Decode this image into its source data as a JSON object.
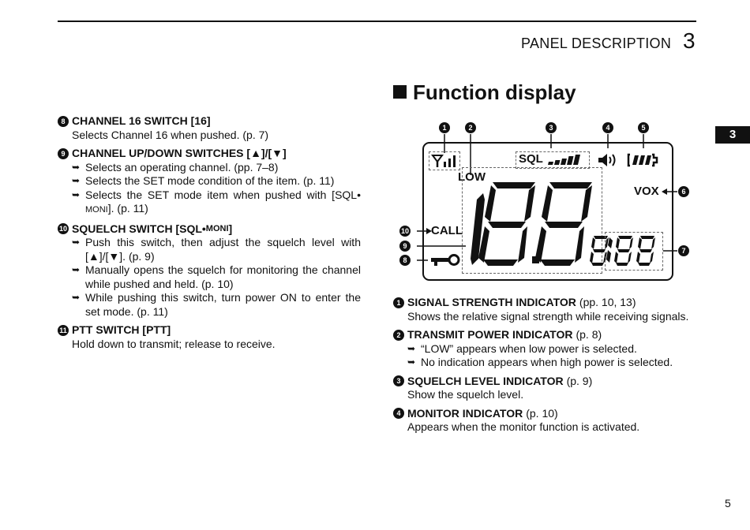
{
  "header": {
    "title": "PANEL DESCRIPTION",
    "chapter": "3"
  },
  "side_tab": "3",
  "page_number": "5",
  "section_title": "Function display",
  "diagram": {
    "callouts": [
      "1",
      "2",
      "3",
      "4",
      "5",
      "6",
      "7",
      "8",
      "9",
      "10"
    ],
    "labels": {
      "low": "LOW",
      "sql": "SQL",
      "vox": "VOX",
      "call": "CALL"
    }
  },
  "left_items": [
    {
      "num": "8",
      "title": "CHANNEL 16 SWITCH [16]",
      "desc": "Selects Channel 16 when pushed. (p. 7)"
    },
    {
      "num": "9",
      "title": "CHANNEL UP/DOWN SWITCHES [▲]/[▼]",
      "bullets": [
        "Selects an operating channel. (pp. 7–8)",
        "Selects the SET mode condition of the item. (p. 11)",
        "Selects the SET mode item when pushed with [SQL•"
      ],
      "bullet3_tail_sc": "MONI",
      "bullet3_tail": "]. (p. 11)"
    },
    {
      "num": "10",
      "title_main": "SQUELCH SWITCH [SQL•",
      "title_sc": "MONI",
      "title_end": "]",
      "bullets": [
        "Push this switch, then adjust the squelch level with [▲]/[▼]. (p. 9)",
        "Manually opens the squelch for monitoring the channel while pushed and held. (p. 10)",
        "While pushing this switch, turn power ON to enter the set mode. (p. 11)"
      ]
    },
    {
      "num": "11",
      "title": "PTT SWITCH [PTT]",
      "desc": "Hold down to transmit; release to receive."
    }
  ],
  "right_items": [
    {
      "num": "1",
      "title": "SIGNAL STRENGTH INDICATOR",
      "ref": "(pp. 10, 13)",
      "desc": "Shows the relative signal strength while receiving signals."
    },
    {
      "num": "2",
      "title": "TRANSMIT POWER INDICATOR",
      "ref": "(p. 8)",
      "bullets": [
        "“LOW” appears when low power is selected.",
        "No indication appears when high power is selected."
      ]
    },
    {
      "num": "3",
      "title": "SQUELCH LEVEL INDICATOR",
      "ref": "(p. 9)",
      "desc": "Show the squelch level."
    },
    {
      "num": "4",
      "title": "MONITOR INDICATOR",
      "ref": "(p. 10)",
      "desc": "Appears when the monitor function is activated."
    }
  ],
  "arrow_glyph": "➥"
}
